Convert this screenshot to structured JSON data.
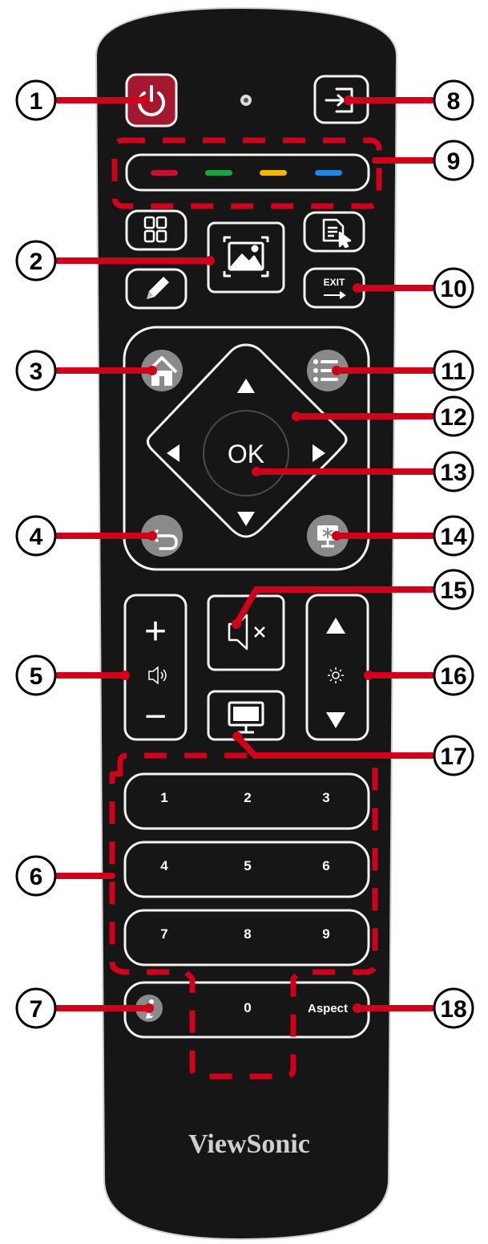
{
  "remote": {
    "brand": "ViewSonic",
    "ok_label": "OK",
    "exit_label": "EXIT",
    "aspect_label": "Aspect",
    "plus_label": "+",
    "minus_label": "−",
    "color_keys": [
      "#c8102e",
      "#1aa33a",
      "#f2b705",
      "#1e88e5"
    ],
    "number_keys": [
      "1",
      "2",
      "3",
      "4",
      "5",
      "6",
      "7",
      "8",
      "9",
      "0"
    ],
    "colors": {
      "body": "#161616",
      "outline": "#e8e8e8",
      "power": "#a3182e",
      "callout": "#d0021b",
      "round_key": "#8a8a8a"
    }
  },
  "callouts": [
    "1",
    "2",
    "3",
    "4",
    "5",
    "6",
    "7",
    "8",
    "9",
    "10",
    "11",
    "12",
    "13",
    "14",
    "15",
    "16",
    "17",
    "18"
  ]
}
